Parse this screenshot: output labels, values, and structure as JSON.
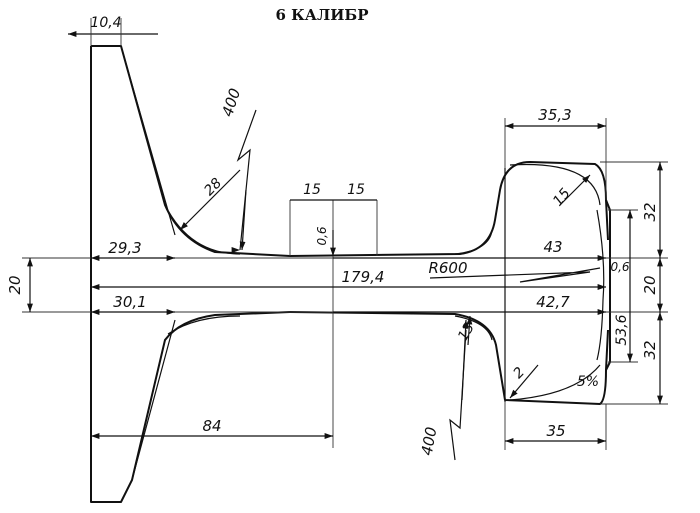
{
  "title": "6 КАЛИБР",
  "dimensions": {
    "flange_top_width": "10,4",
    "radius_400_top": "400",
    "radius_400_bottom": "400",
    "fillet_28": "28",
    "fillet_15_upper": "15",
    "width_15_left": "15",
    "width_15_right": "15",
    "gap_06_center": "0,6",
    "gap_06_right": "0,6",
    "dim_293": "29,3",
    "dim_301": "30,1",
    "dim_43": "43",
    "dim_427": "42,7",
    "dim_1794": "179,4",
    "radius_600": "R600",
    "web_20_left": "20",
    "web_20_right": "20",
    "head_353": "35,3",
    "head_35": "35",
    "height_32_top": "32",
    "height_32_bottom": "32",
    "height_536": "53,6",
    "dim_84": "84",
    "fillet_13": "13",
    "fillet_2": "2",
    "taper_5pct": "5%"
  }
}
